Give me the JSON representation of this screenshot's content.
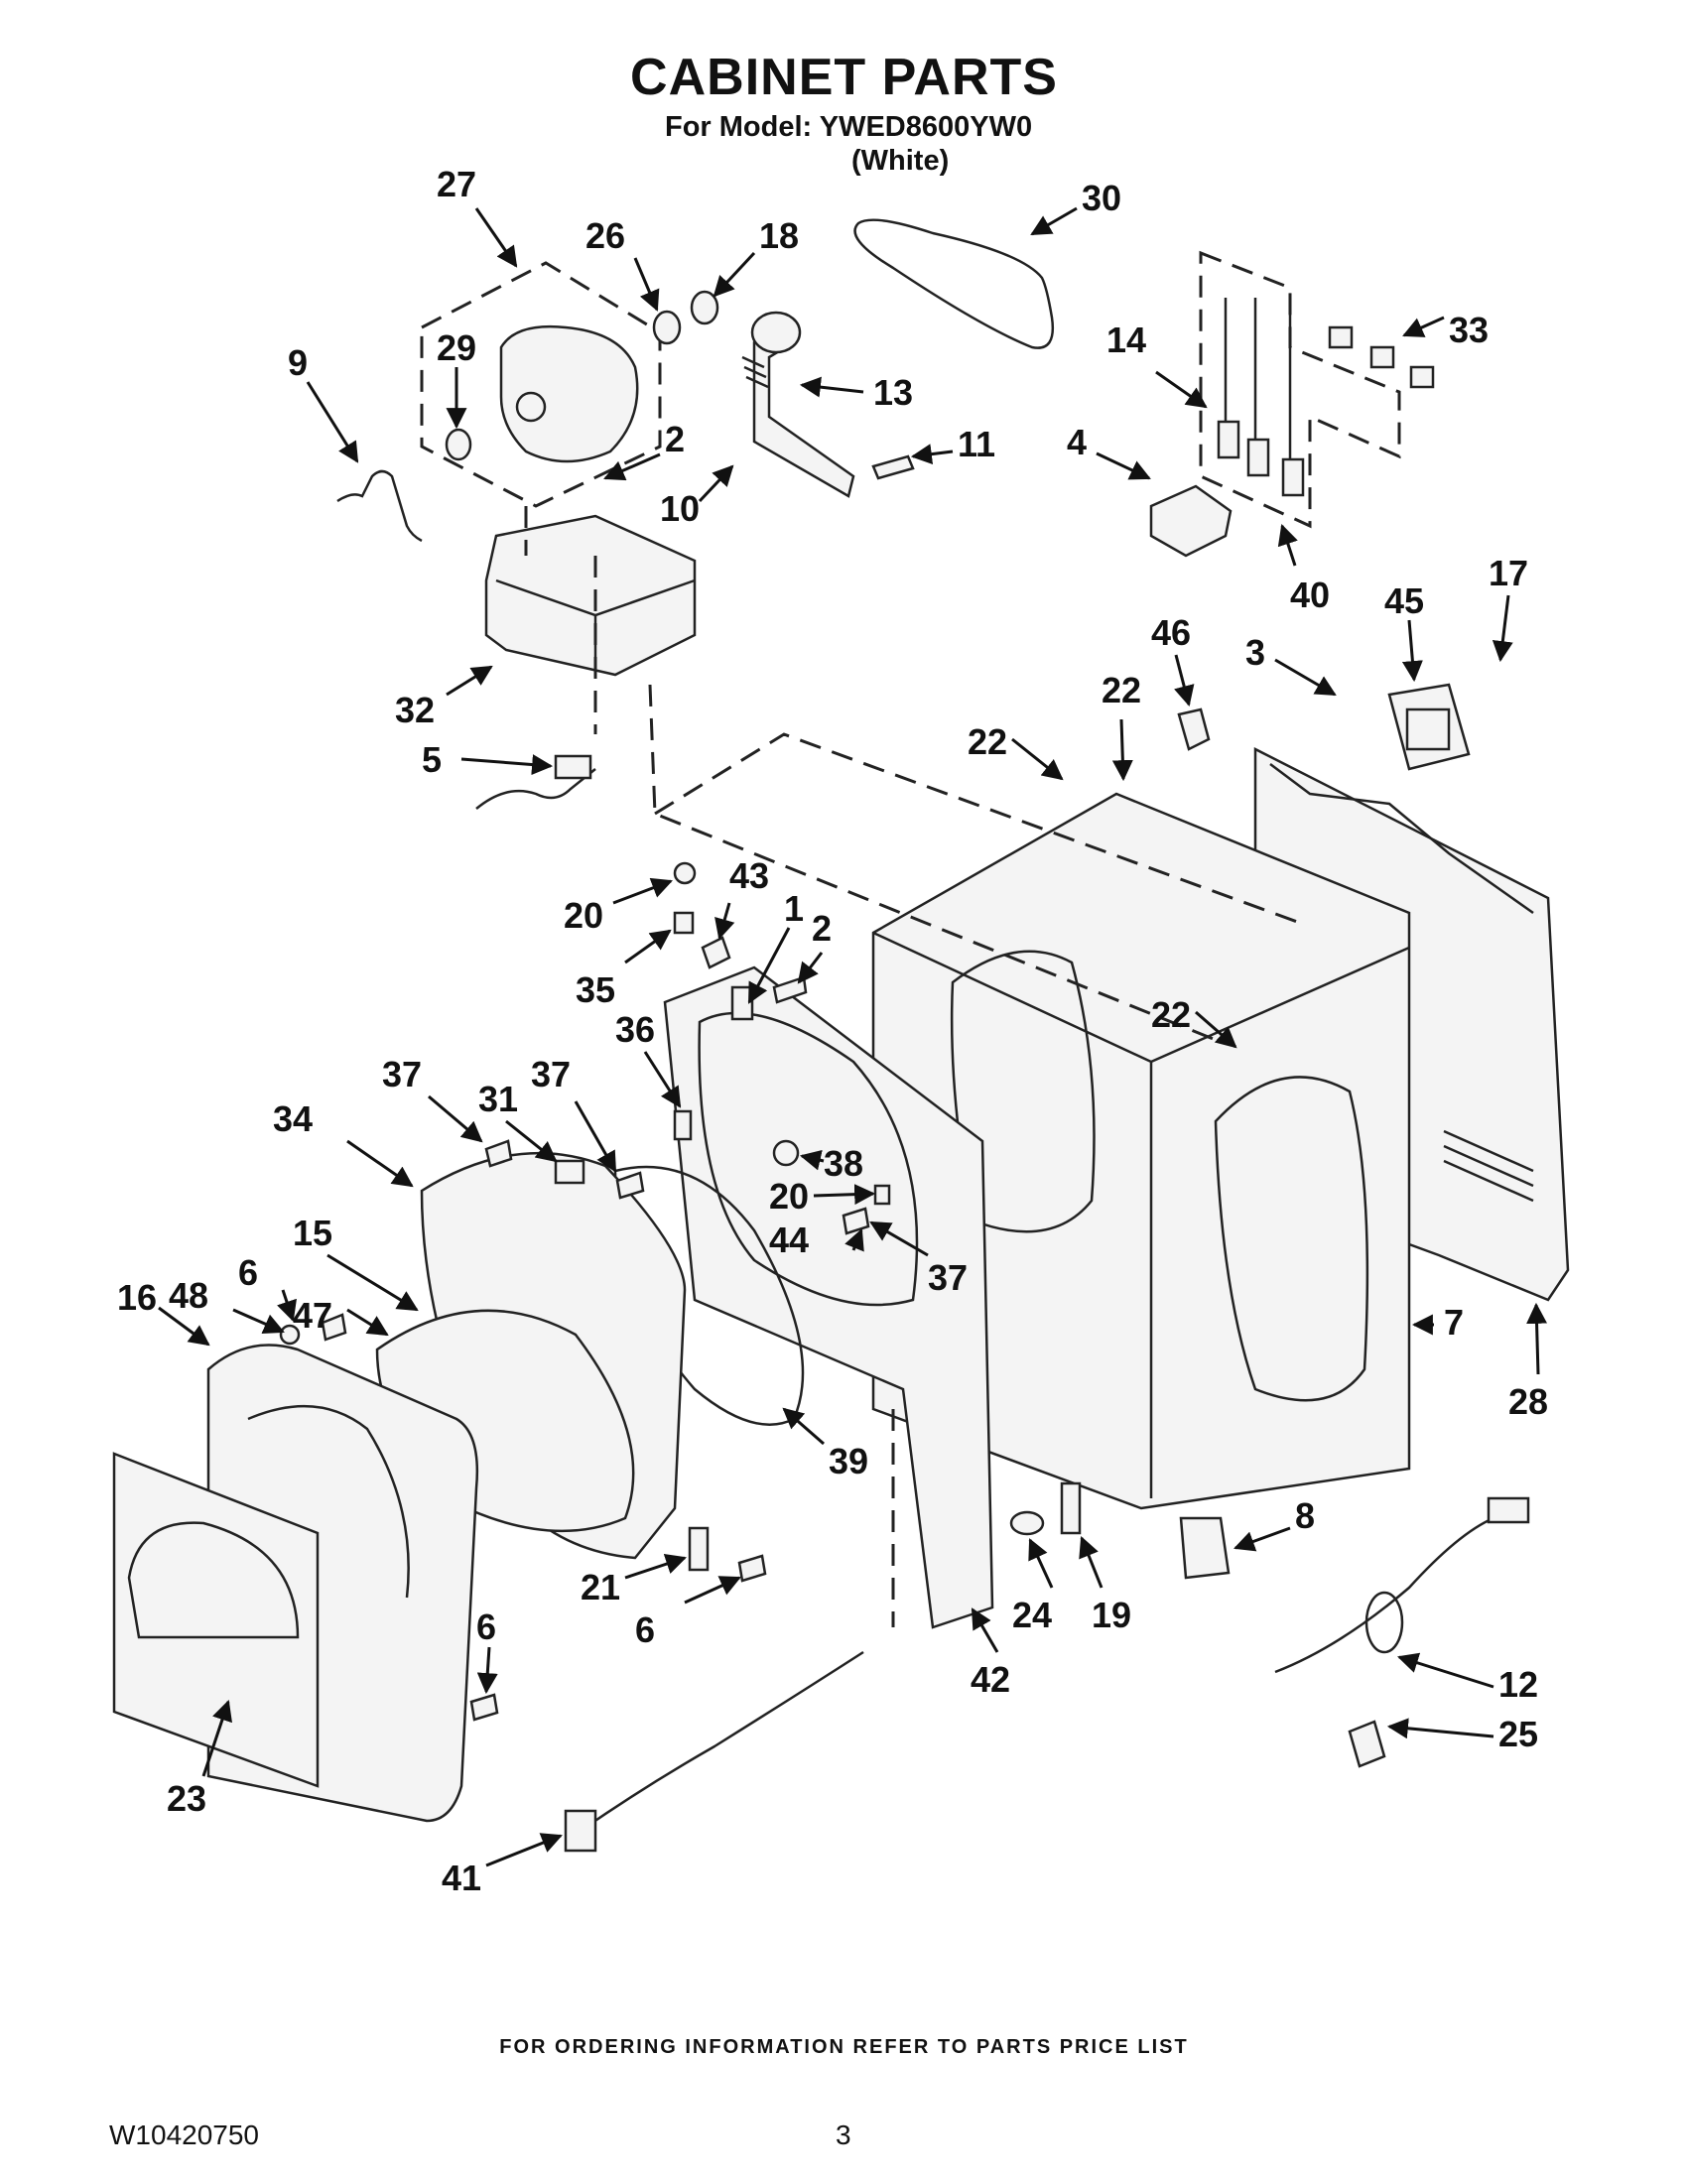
{
  "header": {
    "title": "CABINET PARTS",
    "model_line": "For Model: YWED8600YW0",
    "color": "(White)"
  },
  "footer": {
    "note": "FOR ORDERING INFORMATION REFER TO PARTS PRICE LIST",
    "doc_number": "W10420750",
    "page_number": "3"
  },
  "callouts": [
    {
      "id": "c27",
      "text": "27"
    },
    {
      "id": "c26",
      "text": "26"
    },
    {
      "id": "c18",
      "text": "18"
    },
    {
      "id": "c30",
      "text": "30"
    },
    {
      "id": "c33",
      "text": "33"
    },
    {
      "id": "c9",
      "text": "9"
    },
    {
      "id": "c29",
      "text": "29"
    },
    {
      "id": "c13",
      "text": "13"
    },
    {
      "id": "c14",
      "text": "14"
    },
    {
      "id": "c2a",
      "text": "2"
    },
    {
      "id": "c11",
      "text": "11"
    },
    {
      "id": "c4",
      "text": "4"
    },
    {
      "id": "c10",
      "text": "10"
    },
    {
      "id": "c40",
      "text": "40"
    },
    {
      "id": "c17",
      "text": "17"
    },
    {
      "id": "c45",
      "text": "45"
    },
    {
      "id": "c46",
      "text": "46"
    },
    {
      "id": "c3",
      "text": "3"
    },
    {
      "id": "c32",
      "text": "32"
    },
    {
      "id": "c22a",
      "text": "22"
    },
    {
      "id": "c22b",
      "text": "22"
    },
    {
      "id": "c5",
      "text": "5"
    },
    {
      "id": "c43",
      "text": "43"
    },
    {
      "id": "c1",
      "text": "1"
    },
    {
      "id": "c20a",
      "text": "20"
    },
    {
      "id": "c2b",
      "text": "2"
    },
    {
      "id": "c35",
      "text": "35"
    },
    {
      "id": "c22c",
      "text": "22"
    },
    {
      "id": "c36",
      "text": "36"
    },
    {
      "id": "c37a",
      "text": "37"
    },
    {
      "id": "c31",
      "text": "31"
    },
    {
      "id": "c37b",
      "text": "37"
    },
    {
      "id": "c34",
      "text": "34"
    },
    {
      "id": "c38",
      "text": "38"
    },
    {
      "id": "c20b",
      "text": "20"
    },
    {
      "id": "c15",
      "text": "15"
    },
    {
      "id": "c44",
      "text": "44"
    },
    {
      "id": "c37c",
      "text": "37"
    },
    {
      "id": "c48",
      "text": "48"
    },
    {
      "id": "c6a",
      "text": "6"
    },
    {
      "id": "c47",
      "text": "47"
    },
    {
      "id": "c16",
      "text": "16"
    },
    {
      "id": "c7",
      "text": "7"
    },
    {
      "id": "c28",
      "text": "28"
    },
    {
      "id": "c39",
      "text": "39"
    },
    {
      "id": "c8",
      "text": "8"
    },
    {
      "id": "c21",
      "text": "21"
    },
    {
      "id": "c6b",
      "text": "6"
    },
    {
      "id": "c24",
      "text": "24"
    },
    {
      "id": "c19",
      "text": "19"
    },
    {
      "id": "c42",
      "text": "42"
    },
    {
      "id": "c6c",
      "text": "6"
    },
    {
      "id": "c12",
      "text": "12"
    },
    {
      "id": "c25",
      "text": "25"
    },
    {
      "id": "c23",
      "text": "23"
    },
    {
      "id": "c41",
      "text": "41"
    }
  ]
}
